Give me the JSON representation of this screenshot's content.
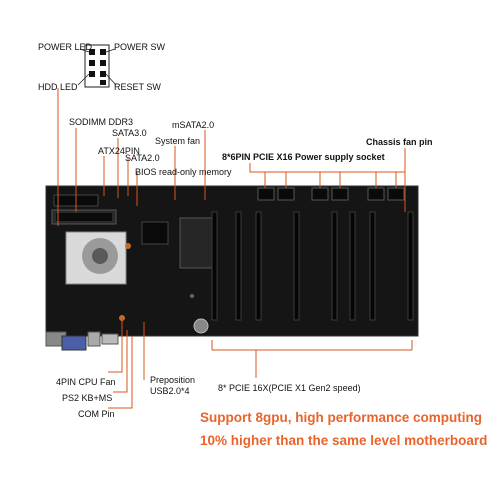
{
  "header_pins": {
    "power_led": "POWER LED",
    "power_sw": "POWER SW",
    "hdd_led": "HDD  LED",
    "reset_sw": "RESET SW"
  },
  "callouts": {
    "sodimm": "SODIMM DDR3",
    "sata30": "SATA3.0",
    "atx24pin": "ATX24PIN",
    "system_fan": "System fan",
    "msata": "mSATA2.0",
    "sata20": "SATA2.0",
    "bios": "BIOS read-only memory",
    "pcie_power": "8*6PIN PCIE X16  Power supply socket",
    "chassis_fan": "Chassis fan pin",
    "cpu_fan": "4PIN CPU  Fan",
    "ps2": "PS2 KB+MS",
    "com": "COM Pin",
    "usb_line1": "Preposition",
    "usb_line2": "USB2.0*4",
    "pcie_slots": "8* PCIE 16X(PCIE X1 Gen2 speed)"
  },
  "promo": {
    "line1": "Support 8gpu, high performance computing",
    "line2": "10% higher than the same level motherboard"
  },
  "colors": {
    "accent_orange": "#e8642c",
    "leader_line": "#d9541c",
    "pcb": "#151515"
  }
}
